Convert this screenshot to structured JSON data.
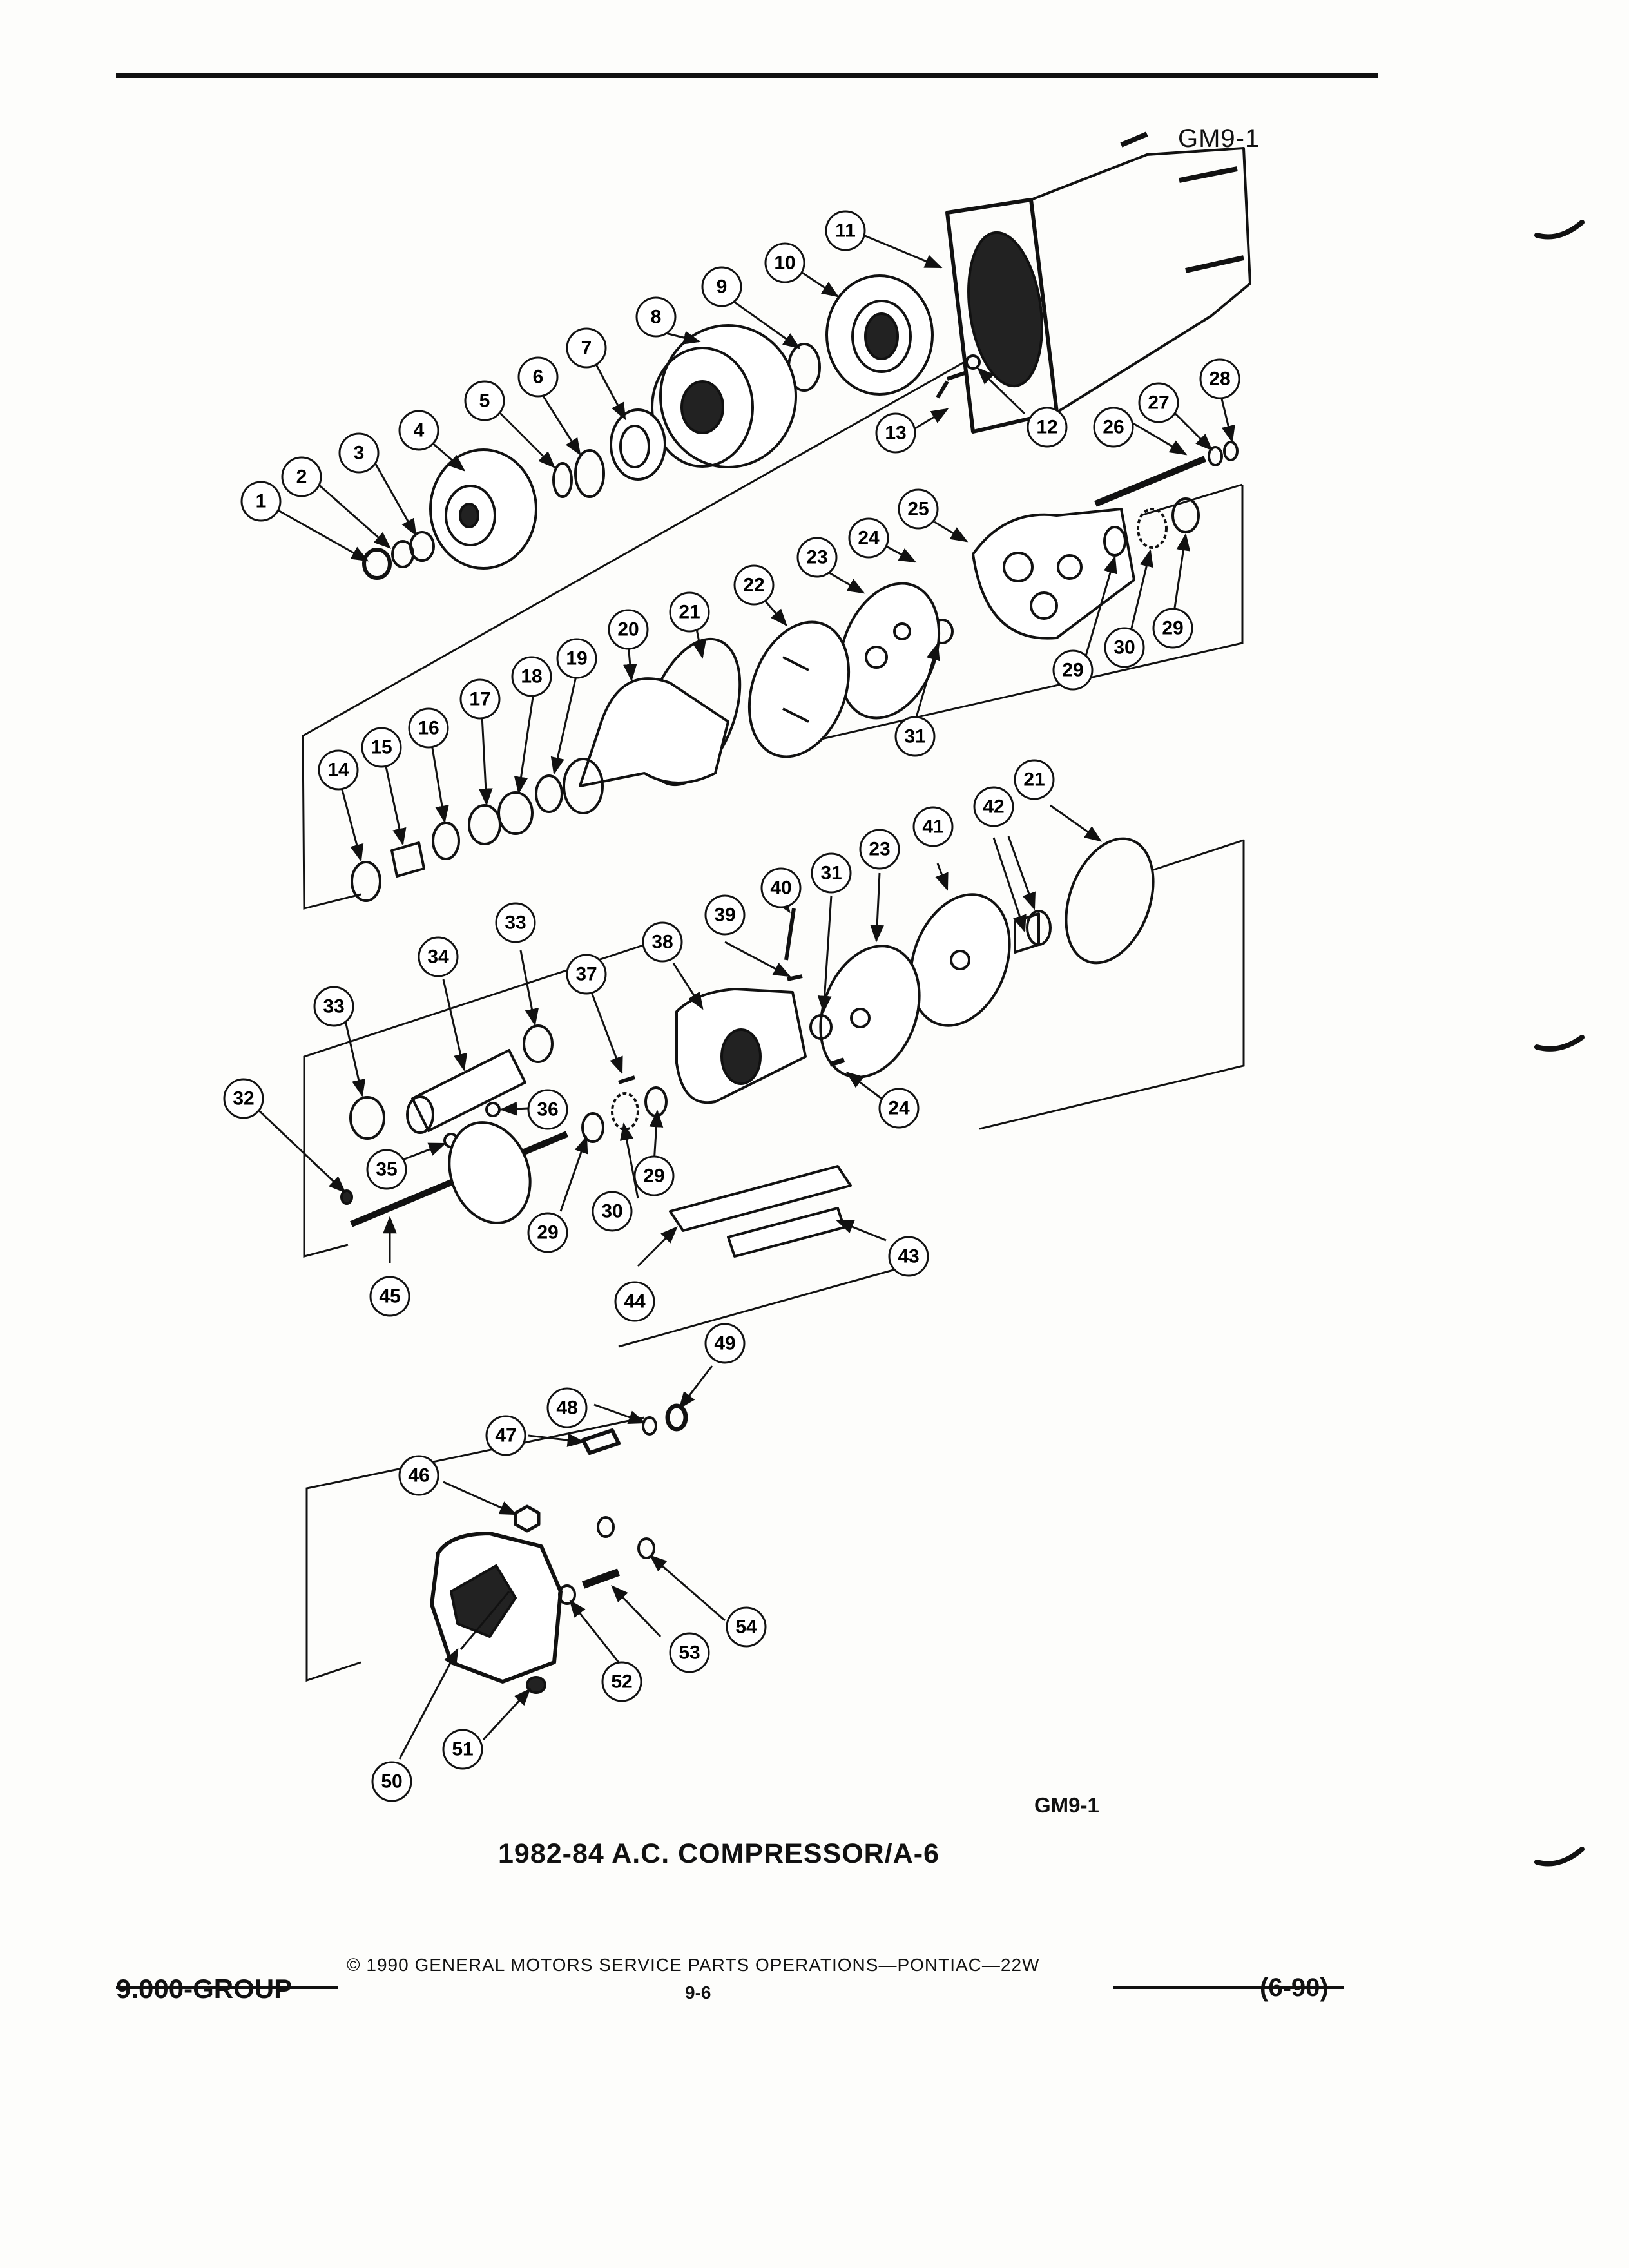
{
  "figure_code": "GM9-1",
  "caption": "1982-84 A.C. COMPRESSOR/A-6",
  "footer": {
    "copyright": "© 1990 GENERAL MOTORS SERVICE PARTS OPERATIONS—PONTIAC—22W",
    "group": "9.000-GROUP",
    "page": "9-6",
    "revision": "(6-90)"
  },
  "callouts": {
    "c1": "1",
    "c2": "2",
    "c3": "3",
    "c4": "4",
    "c5": "5",
    "c6": "6",
    "c7": "7",
    "c8": "8",
    "c9": "9",
    "c10": "10",
    "c11": "11",
    "c12": "12",
    "c13": "13",
    "c14": "14",
    "c15": "15",
    "c16": "16",
    "c17": "17",
    "c18": "18",
    "c19": "19",
    "c20": "20",
    "c21": "21",
    "c22": "22",
    "c23": "23",
    "c24": "24",
    "c25": "25",
    "c26": "26",
    "c27": "27",
    "c28": "28",
    "c29": "29",
    "c30": "30",
    "c31": "31",
    "c32": "32",
    "c33": "33",
    "c34": "34",
    "c35": "35",
    "c36": "36",
    "c37": "37",
    "c38": "38",
    "c39": "39",
    "c40": "40",
    "c41": "41",
    "c42": "42",
    "c43": "43",
    "c44": "44",
    "c45": "45",
    "c46": "46",
    "c47": "47",
    "c48": "48",
    "c49": "49",
    "c50": "50",
    "c51": "51",
    "c52": "52",
    "c53": "53",
    "c54": "54"
  }
}
